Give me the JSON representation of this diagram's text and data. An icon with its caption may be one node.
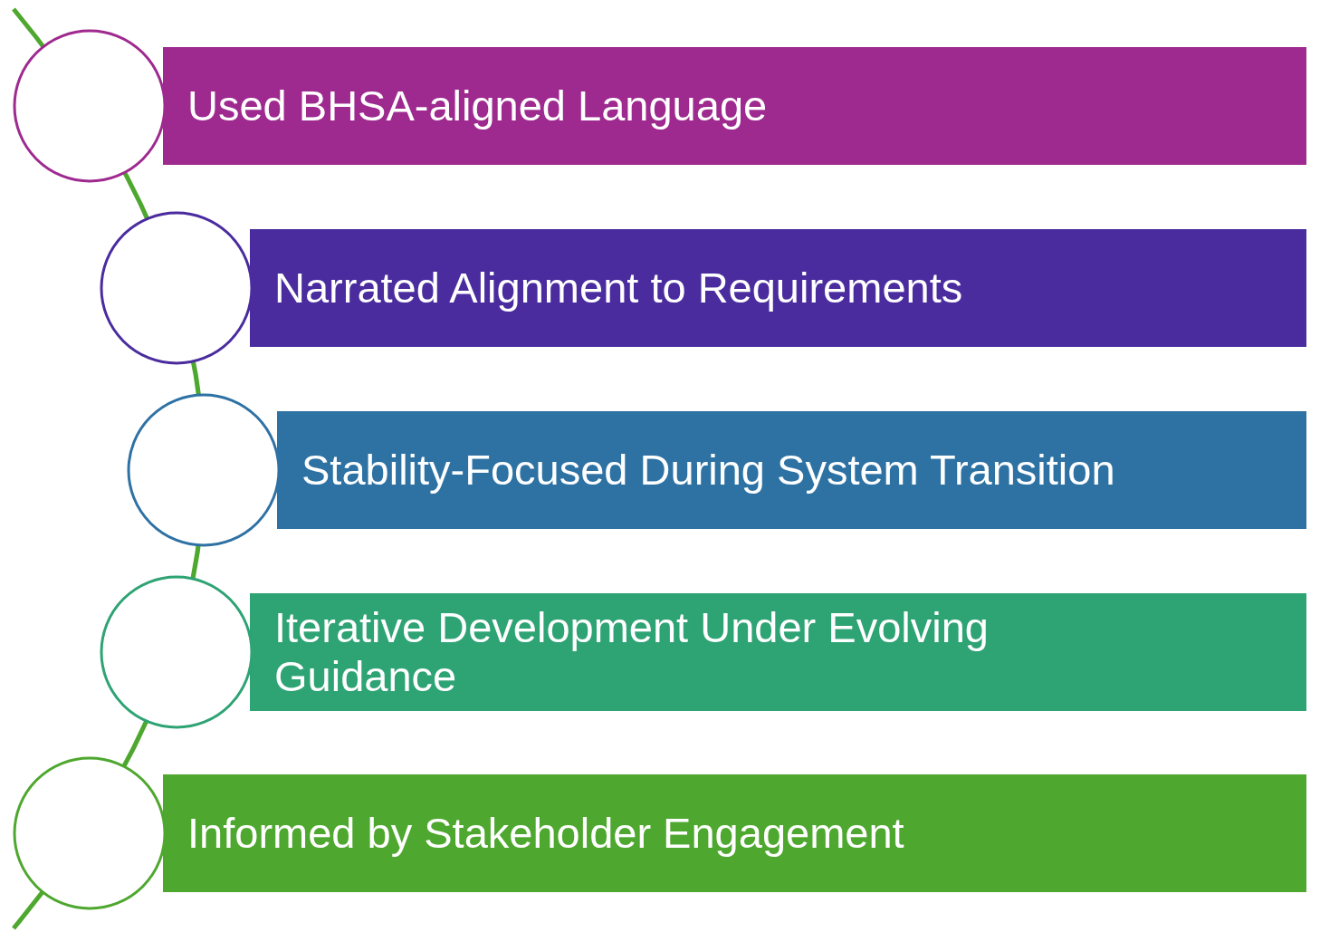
{
  "diagram": {
    "nodes": [
      {
        "text": [],
        "shape": "circle"
      },
      {
        "text": [
          "Used BHSA-aligned Language"
        ]
      },
      {
        "text": [],
        "shape": "circle"
      },
      {
        "text": [
          "Narrated Alignment to Requirements"
        ]
      },
      {
        "text": [],
        "shape": "circle"
      },
      {
        "text": [
          "Stability-Focused During System Transition"
        ]
      },
      {
        "text": [],
        "shape": "circle"
      },
      {
        "text": [
          "Iterative Development Under Evolving Guidance"
        ]
      },
      {
        "text": [],
        "shape": "circle"
      },
      {
        "text": [
          "Informed by Stakeholder Engagement"
        ]
      }
    ],
    "edges": []
  }
}
